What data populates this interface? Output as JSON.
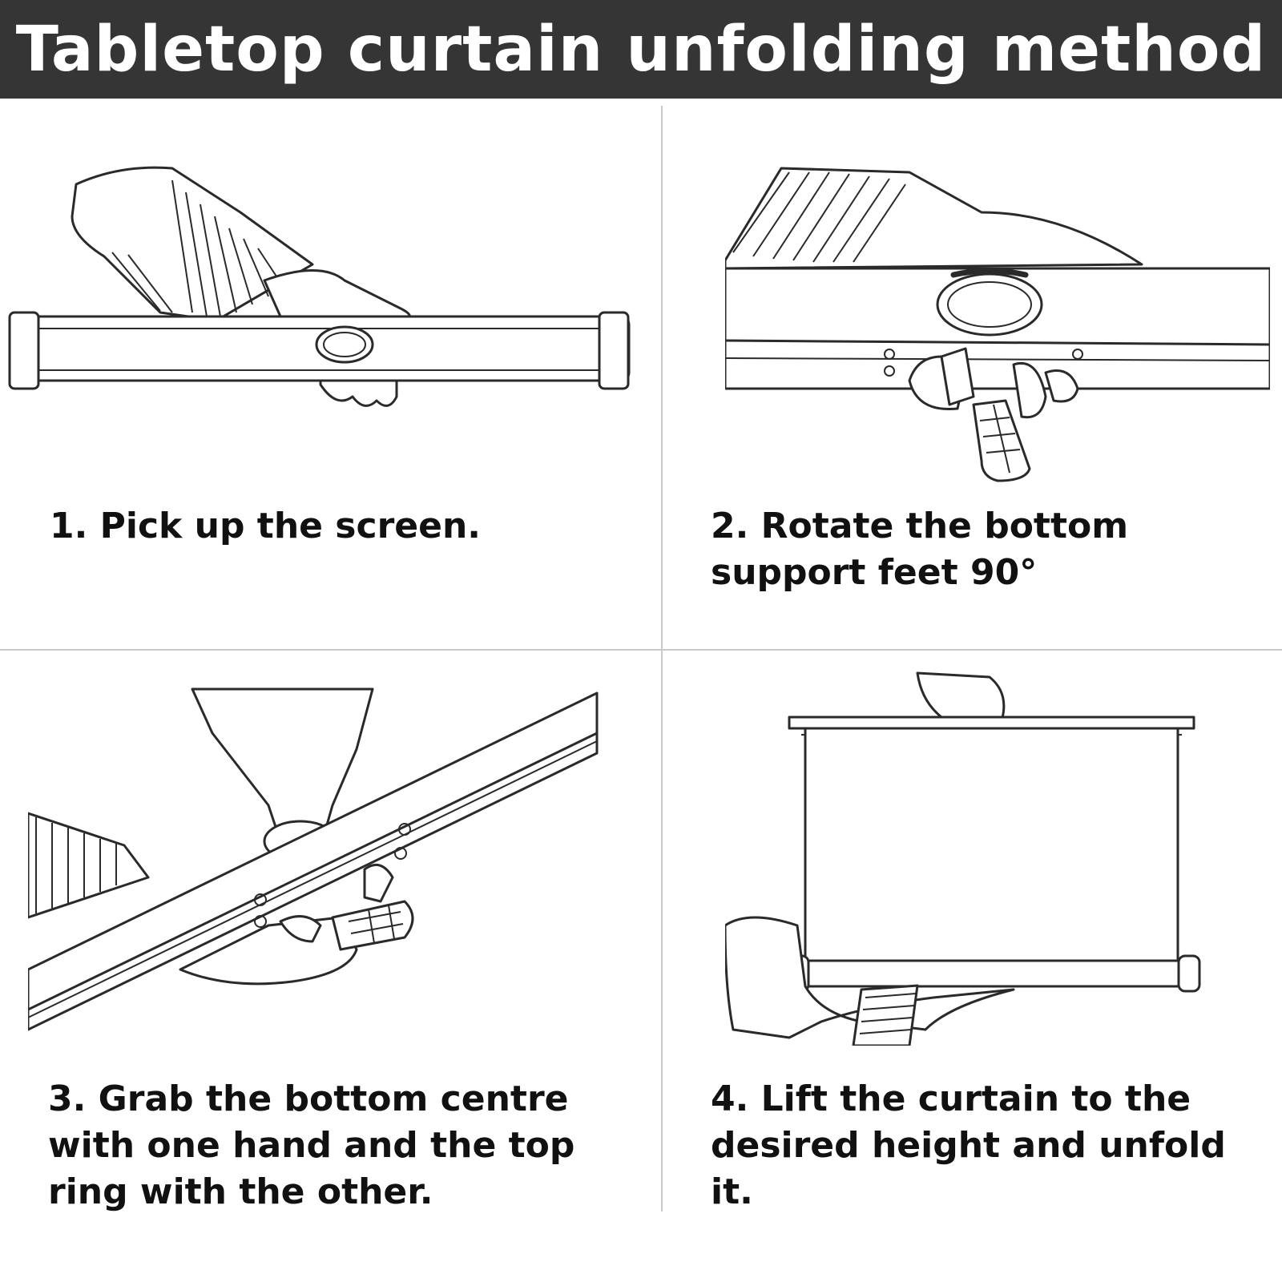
{
  "header": {
    "title": "Tabletop curtain unfolding method"
  },
  "steps": [
    {
      "caption": "1. Pick up the screen.",
      "illustration_icon": "hand-lifting-rolled-screen-icon"
    },
    {
      "caption": "2. Rotate the bottom support feet 90°",
      "illustration_icon": "hand-rotating-support-feet-icon"
    },
    {
      "caption": "3. Grab the bottom centre with one hand and the top ring with the other.",
      "illustration_icon": "hands-holding-ring-and-base-icon"
    },
    {
      "caption": "4. Lift the curtain to the desired height and unfold it.",
      "illustration_icon": "unfolded-screen-icon"
    }
  ],
  "colors": {
    "header_bg": "#353536",
    "header_text": "#ffffff",
    "divider": "#c9c9c9",
    "line_art": "#2a2a2a"
  }
}
